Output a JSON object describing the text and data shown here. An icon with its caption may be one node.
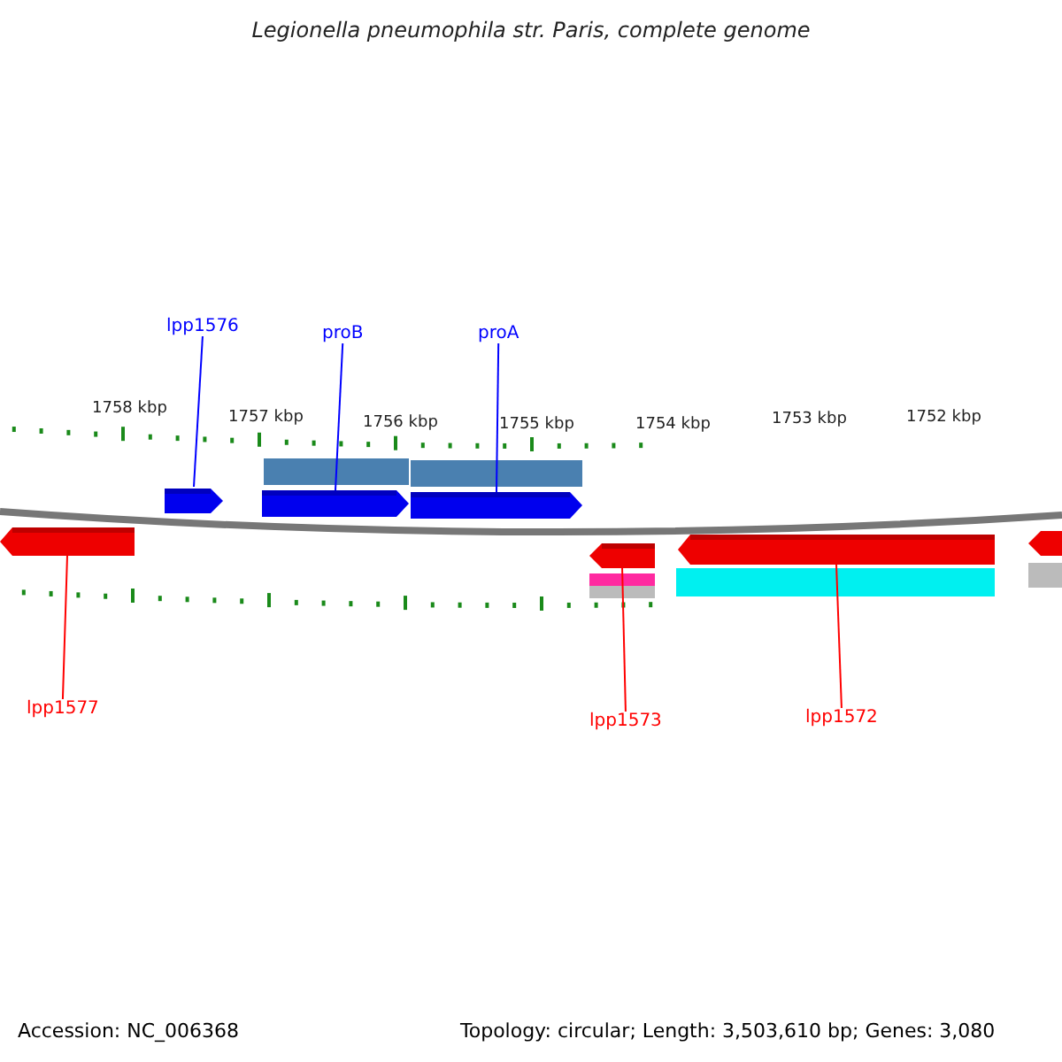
{
  "diagram": {
    "title": "Legionella pneumophila str. Paris, complete genome",
    "nodes": [
      {
        "text": [
          "lpp1576"
        ]
      },
      {
        "text": [
          "proB"
        ]
      },
      {
        "text": [
          "proA"
        ]
      },
      {
        "text": [
          "lpp1577"
        ]
      },
      {
        "text": [
          "lpp1573"
        ]
      },
      {
        "text": [
          "lpp1572"
        ]
      },
      {
        "text": [],
        "shape": "bar"
      },
      {
        "text": [],
        "shape": "bar"
      },
      {
        "text": [],
        "shape": "bar"
      },
      {
        "text": [],
        "shape": "bar"
      },
      {
        "text": [],
        "shape": "bar"
      },
      {
        "text": [],
        "shape": "bar"
      }
    ],
    "edges": [
      {
        "from": 0,
        "to": 7,
        "arrow": "none",
        "color": "#0000ff"
      },
      {
        "from": 1,
        "to": 8,
        "arrow": "none",
        "color": "#0000ff"
      },
      {
        "from": 2,
        "to": 9,
        "arrow": "none",
        "color": "#0000ff"
      },
      {
        "from": 3,
        "to": 6,
        "arrow": "none",
        "color": "#ff0000"
      },
      {
        "from": 4,
        "to": 10,
        "arrow": "none",
        "color": "#ff0000"
      },
      {
        "from": 5,
        "to": 11,
        "arrow": "none",
        "color": "#ff0000"
      }
    ],
    "labels": [
      "1758 kbp",
      "1757 kbp",
      "1756 kbp",
      "1755 kbp",
      "1754 kbp",
      "1753 kbp",
      "1752 kbp",
      "Accession: NC_006368",
      "Topology: circular; Length: 3,503,610 bp; Genes: 3,080"
    ]
  }
}
